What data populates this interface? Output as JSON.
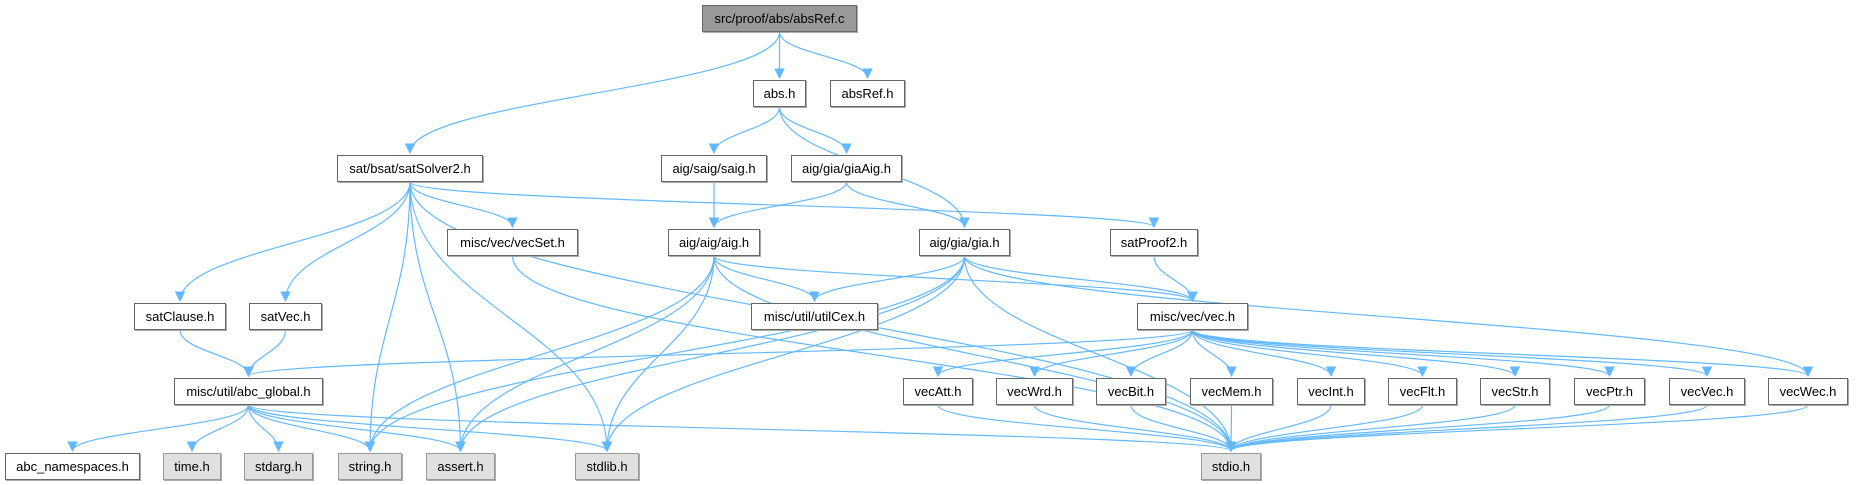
{
  "graph": {
    "edge_color": "#63b8ff",
    "nodes": {
      "root": {
        "label": "src/proof/abs/absRef.c",
        "kind": "root"
      },
      "abs": {
        "label": "abs.h",
        "kind": "file"
      },
      "absRef": {
        "label": "absRef.h",
        "kind": "file"
      },
      "satSolver2": {
        "label": "sat/bsat/satSolver2.h",
        "kind": "file"
      },
      "saig": {
        "label": "aig/saig/saig.h",
        "kind": "file"
      },
      "giaAig": {
        "label": "aig/gia/giaAig.h",
        "kind": "file"
      },
      "vecSet": {
        "label": "misc/vec/vecSet.h",
        "kind": "file"
      },
      "aig": {
        "label": "aig/aig/aig.h",
        "kind": "file"
      },
      "gia": {
        "label": "aig/gia/gia.h",
        "kind": "file"
      },
      "satProof2": {
        "label": "satProof2.h",
        "kind": "file"
      },
      "satClause": {
        "label": "satClause.h",
        "kind": "file"
      },
      "satVec": {
        "label": "satVec.h",
        "kind": "file"
      },
      "utilCex": {
        "label": "misc/util/utilCex.h",
        "kind": "file"
      },
      "vec": {
        "label": "misc/vec/vec.h",
        "kind": "file"
      },
      "abc_global": {
        "label": "misc/util/abc_global.h",
        "kind": "file"
      },
      "vecAtt": {
        "label": "vecAtt.h",
        "kind": "file"
      },
      "vecWrd": {
        "label": "vecWrd.h",
        "kind": "file"
      },
      "vecBit": {
        "label": "vecBit.h",
        "kind": "file"
      },
      "vecMem": {
        "label": "vecMem.h",
        "kind": "file"
      },
      "vecInt": {
        "label": "vecInt.h",
        "kind": "file"
      },
      "vecFlt": {
        "label": "vecFlt.h",
        "kind": "file"
      },
      "vecStr": {
        "label": "vecStr.h",
        "kind": "file"
      },
      "vecPtr": {
        "label": "vecPtr.h",
        "kind": "file"
      },
      "vecVec": {
        "label": "vecVec.h",
        "kind": "file"
      },
      "vecWec": {
        "label": "vecWec.h",
        "kind": "file"
      },
      "abc_namespaces": {
        "label": "abc_namespaces.h",
        "kind": "file"
      },
      "time": {
        "label": "time.h",
        "kind": "sys"
      },
      "stdarg": {
        "label": "stdarg.h",
        "kind": "sys"
      },
      "string": {
        "label": "string.h",
        "kind": "sys"
      },
      "assert": {
        "label": "assert.h",
        "kind": "sys"
      },
      "stdlib": {
        "label": "stdlib.h",
        "kind": "sys"
      },
      "stdio": {
        "label": "stdio.h",
        "kind": "sys"
      }
    },
    "edges": [
      [
        "root",
        "satSolver2"
      ],
      [
        "root",
        "abs"
      ],
      [
        "root",
        "absRef"
      ],
      [
        "abs",
        "saig"
      ],
      [
        "abs",
        "giaAig"
      ],
      [
        "abs",
        "gia"
      ],
      [
        "satSolver2",
        "string"
      ],
      [
        "satSolver2",
        "satClause"
      ],
      [
        "satSolver2",
        "satVec"
      ],
      [
        "satSolver2",
        "assert"
      ],
      [
        "satSolver2",
        "stdlib"
      ],
      [
        "satSolver2",
        "vecSet"
      ],
      [
        "satSolver2",
        "stdio"
      ],
      [
        "satSolver2",
        "satProof2"
      ],
      [
        "saig",
        "aig"
      ],
      [
        "giaAig",
        "aig"
      ],
      [
        "giaAig",
        "gia"
      ],
      [
        "vecSet",
        "stdio"
      ],
      [
        "aig",
        "string"
      ],
      [
        "aig",
        "assert"
      ],
      [
        "aig",
        "stdlib"
      ],
      [
        "aig",
        "stdio"
      ],
      [
        "aig",
        "utilCex"
      ],
      [
        "aig",
        "vec"
      ],
      [
        "gia",
        "utilCex"
      ],
      [
        "gia",
        "vec"
      ],
      [
        "gia",
        "string"
      ],
      [
        "gia",
        "assert"
      ],
      [
        "gia",
        "stdlib"
      ],
      [
        "gia",
        "stdio"
      ],
      [
        "gia",
        "vecWec"
      ],
      [
        "satProof2",
        "vec"
      ],
      [
        "satClause",
        "abc_global"
      ],
      [
        "satVec",
        "abc_global"
      ],
      [
        "vec",
        "abc_global"
      ],
      [
        "vec",
        "vecAtt"
      ],
      [
        "vec",
        "vecWrd"
      ],
      [
        "vec",
        "vecBit"
      ],
      [
        "vec",
        "vecMem"
      ],
      [
        "vec",
        "vecInt"
      ],
      [
        "vec",
        "vecFlt"
      ],
      [
        "vec",
        "vecStr"
      ],
      [
        "vec",
        "vecPtr"
      ],
      [
        "vec",
        "vecVec"
      ],
      [
        "vec",
        "vecWec"
      ],
      [
        "abc_global",
        "abc_namespaces"
      ],
      [
        "abc_global",
        "time"
      ],
      [
        "abc_global",
        "stdarg"
      ],
      [
        "abc_global",
        "string"
      ],
      [
        "abc_global",
        "assert"
      ],
      [
        "abc_global",
        "stdlib"
      ],
      [
        "abc_global",
        "stdio"
      ],
      [
        "vecAtt",
        "stdio"
      ],
      [
        "vecWrd",
        "stdio"
      ],
      [
        "vecBit",
        "stdio"
      ],
      [
        "vecMem",
        "stdio"
      ],
      [
        "vecInt",
        "stdio"
      ],
      [
        "vecFlt",
        "stdio"
      ],
      [
        "vecStr",
        "stdio"
      ],
      [
        "vecPtr",
        "stdio"
      ],
      [
        "vecVec",
        "stdio"
      ],
      [
        "vecWec",
        "stdio"
      ]
    ]
  }
}
